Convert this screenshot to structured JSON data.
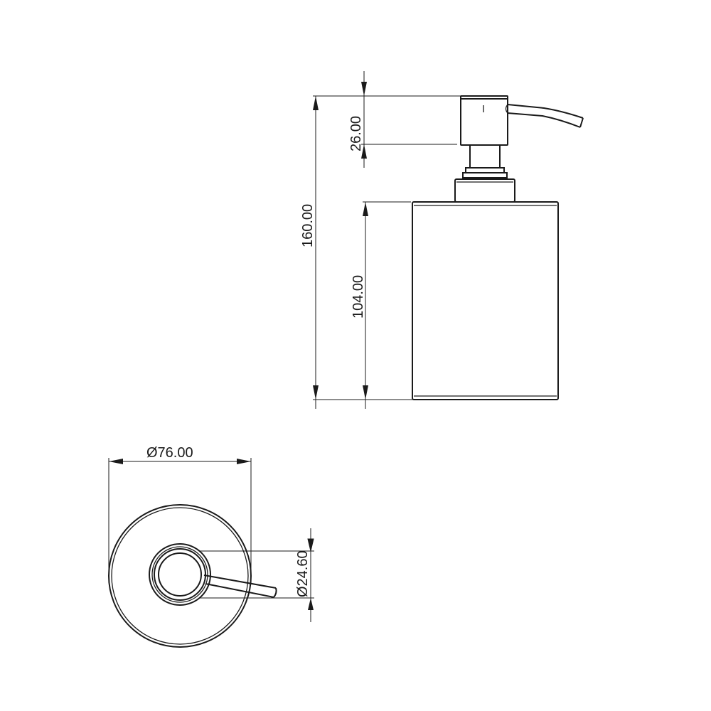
{
  "drawing": {
    "side_view": {
      "dimensions": {
        "overall_height": "160.00",
        "pump_head_height": "26.00",
        "body_height": "104.00"
      }
    },
    "top_view": {
      "dimensions": {
        "body_diameter": "Ø76.00",
        "neck_diameter": "Ø24.60"
      }
    }
  }
}
